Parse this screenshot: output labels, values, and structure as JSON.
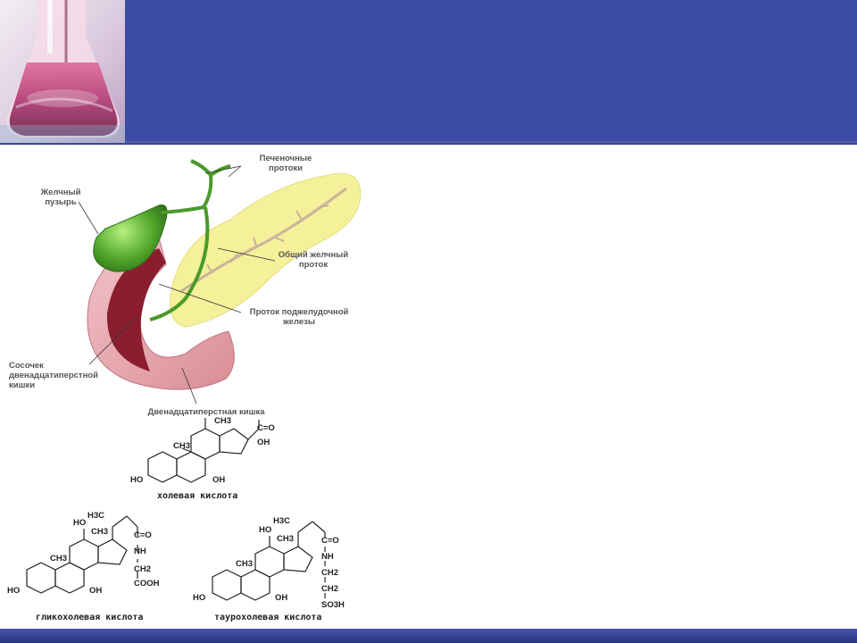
{
  "slide": {
    "colors": {
      "header": "#3c4ba3",
      "footer": "#2d3a8a",
      "background": "#ffffff"
    },
    "logo_icon": "flask-icon"
  },
  "anatomy_labels": {
    "hepatic_ducts": "Печеночные протоки",
    "gallbladder": "Желчный пузырь",
    "common_bile_duct": "Общий желчный проток",
    "pancreatic_duct": "Проток поджелудочной железы",
    "papilla": "Сосочек двенадцатиперстной кишки",
    "duodenum": "Двенадцатиперстная кишка"
  },
  "structures": {
    "cholic": {
      "name": "холевая кислота",
      "groups": {
        "ho": "HO",
        "oh7": "OH",
        "ch3_a": "CH3",
        "ch3_b": "CH3",
        "co": "C=O",
        "oh_acid": "OH"
      }
    },
    "glycocholic": {
      "name": "гликохолевая кислота",
      "groups": {
        "ho": "HO",
        "oh7": "OH",
        "ho12": "HO",
        "h3c": "H3C",
        "ch3_a": "CH3",
        "ch3_b": "CH3",
        "co": "C=O",
        "nh": "NH",
        "ch2": "CH2",
        "cooh": "COOH"
      }
    },
    "taurocholic": {
      "name": "таурохолевая кислота",
      "groups": {
        "ho": "HO",
        "oh7": "OH",
        "ho12": "HO",
        "h3c": "H3C",
        "ch3_a": "CH3",
        "ch3_b": "CH3",
        "co": "C=O",
        "nh": "NH",
        "ch2_a": "CH2",
        "ch2_b": "CH2",
        "so3h": "SO3H"
      }
    }
  }
}
